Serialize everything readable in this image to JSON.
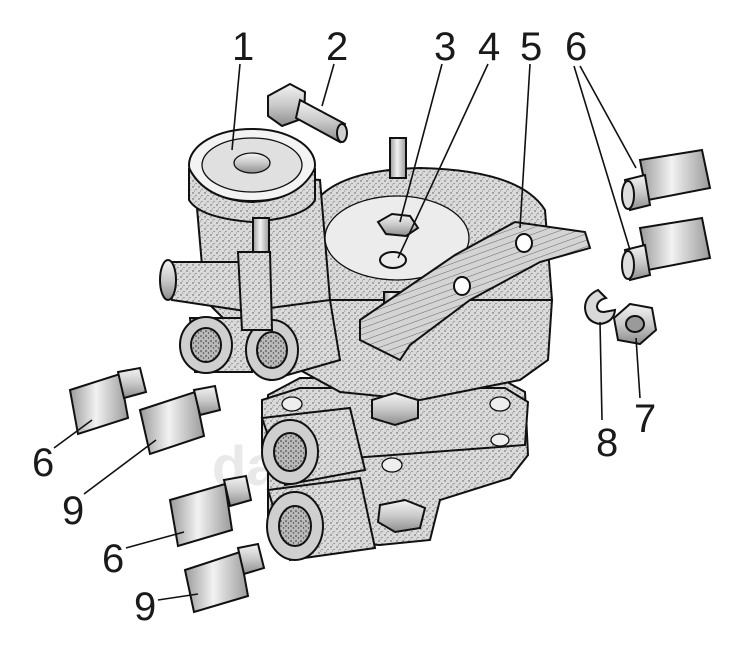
{
  "watermark": "da",
  "callouts": [
    "1",
    "2",
    "3",
    "4",
    "5",
    "6",
    "7",
    "8",
    "6",
    "9",
    "6",
    "9"
  ],
  "colors": {
    "ink": "#111111",
    "body": "#d9d9d9",
    "body_dark": "#b5b5b5",
    "metal": "#e6e6e6",
    "background": "#ffffff"
  }
}
